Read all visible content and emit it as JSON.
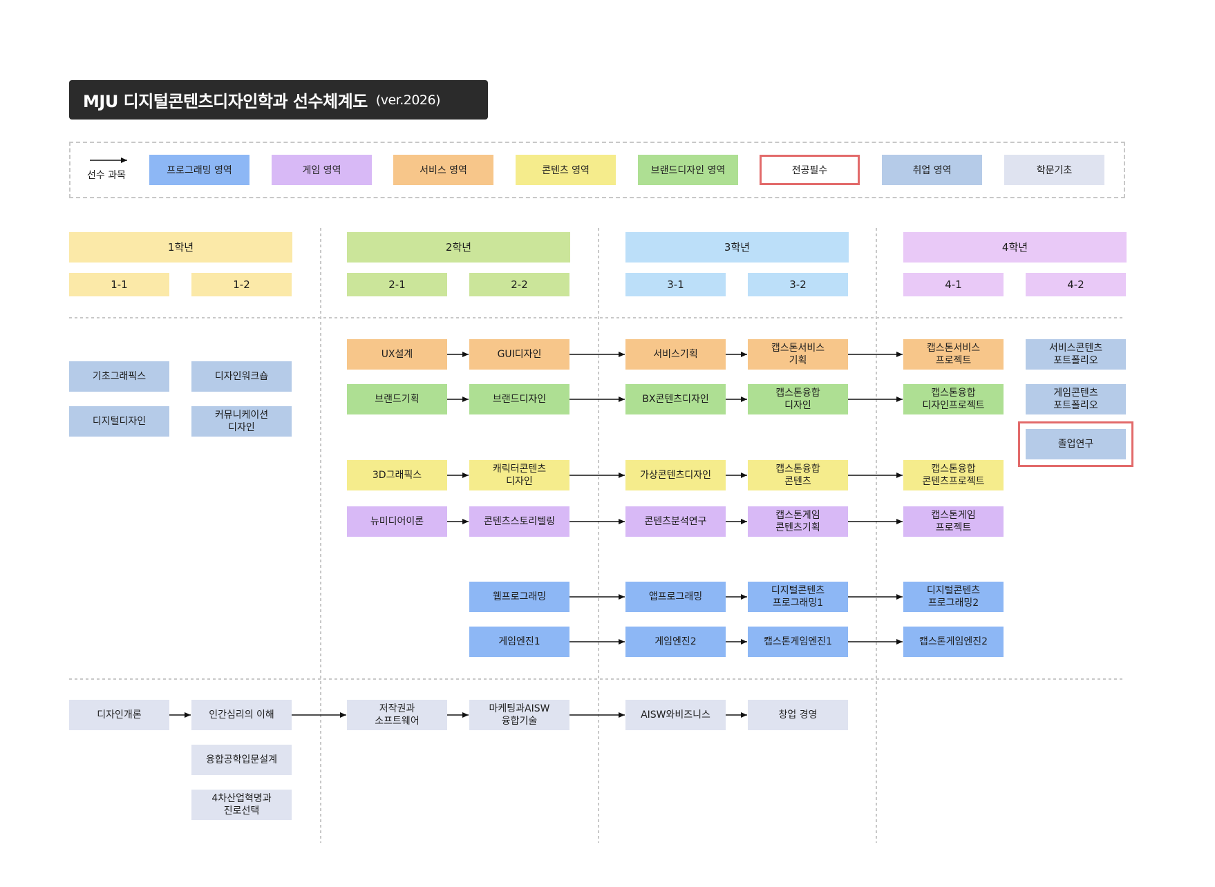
{
  "title": {
    "main": "MJU 디지털콘텐츠디자인학과 선수체계도",
    "version": "(ver.2026)"
  },
  "legend": {
    "arrow_label": "선수 과목",
    "items": [
      {
        "label": "프로그래밍 영역",
        "color": "#8db7f5"
      },
      {
        "label": "게임 영역",
        "color": "#d8b9f6"
      },
      {
        "label": "서비스 영역",
        "color": "#f7c68a"
      },
      {
        "label": "콘텐츠 영역",
        "color": "#f5ec8c"
      },
      {
        "label": "브랜드디자인 영역",
        "color": "#aedf93"
      },
      {
        "label": "전공필수",
        "color": "#e26a6a"
      },
      {
        "label": "취업 영역",
        "color": "#b5cbe8"
      },
      {
        "label": "학문기초",
        "color": "#dfe3f0"
      }
    ]
  },
  "years": [
    {
      "label": "1학년",
      "color": "#fbe9a8",
      "semesters": [
        "1-1",
        "1-2"
      ]
    },
    {
      "label": "2학년",
      "color": "#cbe59a",
      "semesters": [
        "2-1",
        "2-2"
      ]
    },
    {
      "label": "3학년",
      "color": "#bcdff9",
      "semesters": [
        "3-1",
        "3-2"
      ]
    },
    {
      "label": "4학년",
      "color": "#e9c9f7",
      "semesters": [
        "4-1",
        "4-2"
      ]
    }
  ],
  "courses": {
    "y1_basic_graphics": "기초그래픽스",
    "y1_design_workshop": "디자인워크숍",
    "y1_digital_design": "디지털디자인",
    "y1_comm_design": "커뮤니케이션\n디자인",
    "ux": "UX설계",
    "gui": "GUI디자인",
    "service_planning": "서비스기획",
    "capstone_service": "캡스톤서비스\n기획",
    "capstone_service_project": "캡스톤서비스\n프로젝트",
    "service_portfolio": "서비스콘텐츠\n포트폴리오",
    "brand_planning": "브랜드기획",
    "brand_design": "브랜드디자인",
    "bx": "BX콘텐츠디자인",
    "capstone_fusion_design": "캡스톤융합\n디자인",
    "capstone_fusion_design_project": "캡스톤융합\n디자인프로젝트",
    "game_portfolio": "게임콘텐츠\n포트폴리오",
    "graduation": "졸업연구",
    "graphics_3d": "3D그래픽스",
    "character": "캐릭터콘텐츠\n디자인",
    "virtual": "가상콘텐츠디자인",
    "capstone_fusion_content": "캡스톤융합\n콘텐츠",
    "capstone_fusion_content_project": "캡스톤융합\n콘텐츠프로젝트",
    "new_media": "뉴미디어이론",
    "storytelling": "콘텐츠스토리텔링",
    "analysis": "콘텐츠분석연구",
    "capstone_game_planning": "캡스톤게임\n콘텐츠기획",
    "capstone_game_project": "캡스톤게임\n프로젝트",
    "web": "웹프로그래밍",
    "app": "앱프로그래밍",
    "dc_prog1": "디지털콘텐츠\n프로그래밍1",
    "dc_prog2": "디지털콘텐츠\n프로그래밍2",
    "engine1": "게임엔진1",
    "engine2": "게임엔진2",
    "capstone_engine1": "캡스톤게임엔진1",
    "capstone_engine2": "캡스톤게임엔진2",
    "design_intro": "디자인개론",
    "human_psych": "인간심리의 이해",
    "copyright": "저작권과\n소프트웨어",
    "marketing_aisw": "마케팅과AISW\n융합기술",
    "aisw_business": "AISW와비즈니스",
    "startup": "창업 경영",
    "fusion_eng": "융합공학입문설계",
    "industry4": "4차산업혁명과\n진로선택"
  }
}
